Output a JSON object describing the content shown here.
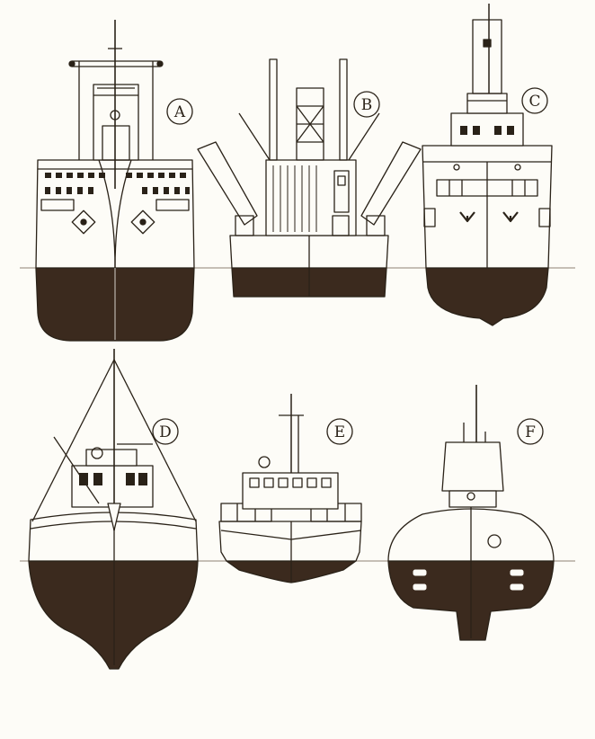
{
  "colors": {
    "paper": "#fdfcf7",
    "ink": "#2a2218",
    "hull_dark": "#3b2a1e",
    "waterline": "#6b5a48"
  },
  "ships": [
    {
      "id": "a",
      "label": "A"
    },
    {
      "id": "b",
      "label": "B"
    },
    {
      "id": "c",
      "label": "C"
    },
    {
      "id": "d",
      "label": "D"
    },
    {
      "id": "e",
      "label": "E"
    },
    {
      "id": "f",
      "label": "F"
    }
  ]
}
